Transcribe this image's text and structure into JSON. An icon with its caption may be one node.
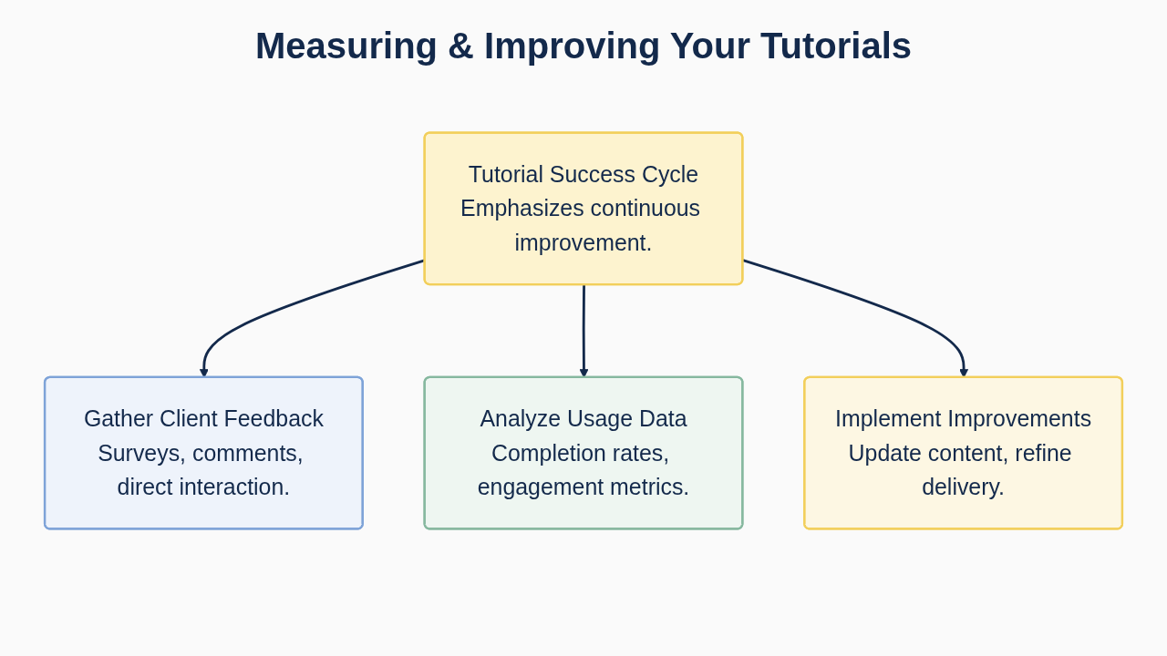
{
  "diagram": {
    "title": "Measuring & Improving Your Tutorials",
    "nodes": [
      {
        "text": [
          "Tutorial Success Cycle",
          "Emphasizes continuous improvement."
        ]
      },
      {
        "text": [
          "Gather Client Feedback",
          "Surveys, comments, direct interaction."
        ]
      },
      {
        "text": [
          "Analyze Usage Data",
          "Completion rates, engagement metrics."
        ]
      },
      {
        "text": [
          "Implement Improvements",
          "Update content, refine delivery."
        ]
      }
    ],
    "edges": [
      {
        "from": 0,
        "to": 1,
        "arrow": "to"
      },
      {
        "from": 0,
        "to": 2,
        "arrow": "to"
      },
      {
        "from": 0,
        "to": 3,
        "arrow": "to"
      }
    ]
  }
}
